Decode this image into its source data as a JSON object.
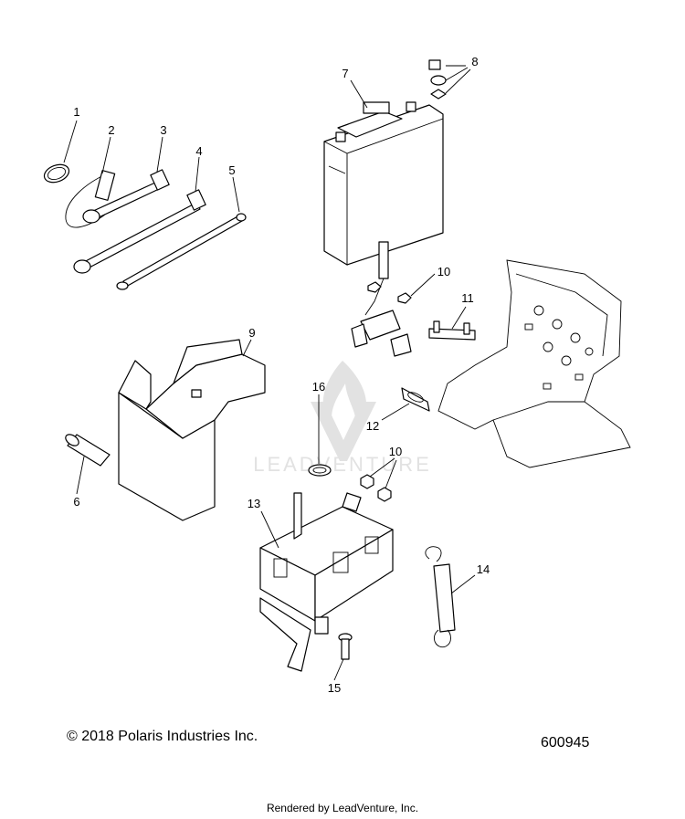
{
  "callouts": {
    "c1": "1",
    "c2": "2",
    "c3": "3",
    "c4": "4",
    "c5": "5",
    "c6": "6",
    "c7": "7",
    "c8": "8",
    "c9": "9",
    "c10a": "10",
    "c10b": "10",
    "c11": "11",
    "c12": "12",
    "c13": "13",
    "c14": "14",
    "c15": "15",
    "c16": "16"
  },
  "watermark": "LEADVENTURE",
  "copyright": "© 2018 Polaris Industries Inc.",
  "diagram_number": "600945",
  "rendered_by": "Rendered by LeadVenture, Inc."
}
